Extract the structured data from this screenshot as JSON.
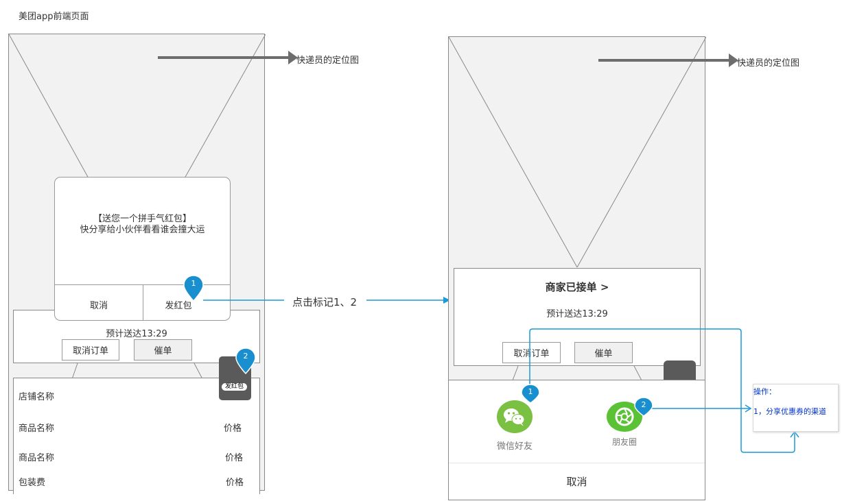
{
  "page_title": "美团app前端页面",
  "left_phone": {
    "map_label": "快递员的定位图",
    "dialog": {
      "line1": "【送您一个拼手气红包】",
      "line2": "快分享给小伙伴看看谁会撞大运",
      "cancel": "取消",
      "send": "发红包"
    },
    "status": {
      "eta": "预计送达13:29",
      "cancel_order": "取消订单",
      "urge": "催单"
    },
    "float_badge": "发红包",
    "list": [
      {
        "name": "店铺名称",
        "price": ""
      },
      {
        "name": "商品名称",
        "price": "价格"
      },
      {
        "name": "商品名称",
        "price": "价格"
      },
      {
        "name": "包装费",
        "price": "价格"
      }
    ]
  },
  "middle_arrow_label": "点击标记1、2",
  "right_phone": {
    "map_label": "快递员的定位图",
    "status": {
      "title": "商家已接单 >",
      "eta": "预计送达13:29",
      "cancel_order": "取消订单",
      "urge": "催单"
    },
    "share": {
      "wechat": "微信好友",
      "moments": "朋友圈"
    },
    "cancel": "取消"
  },
  "pins": [
    "1",
    "2",
    "1",
    "2"
  ],
  "note": {
    "title": "操作：",
    "item": "1，分享优惠券的渠道"
  },
  "colors": {
    "accent": "#1a9ad6",
    "pin": "#1a8fd0",
    "wechat": "#7ac143",
    "moments": "#5bc236",
    "note_text": "#0033cc",
    "badge_bg": "#5a5a5a"
  }
}
